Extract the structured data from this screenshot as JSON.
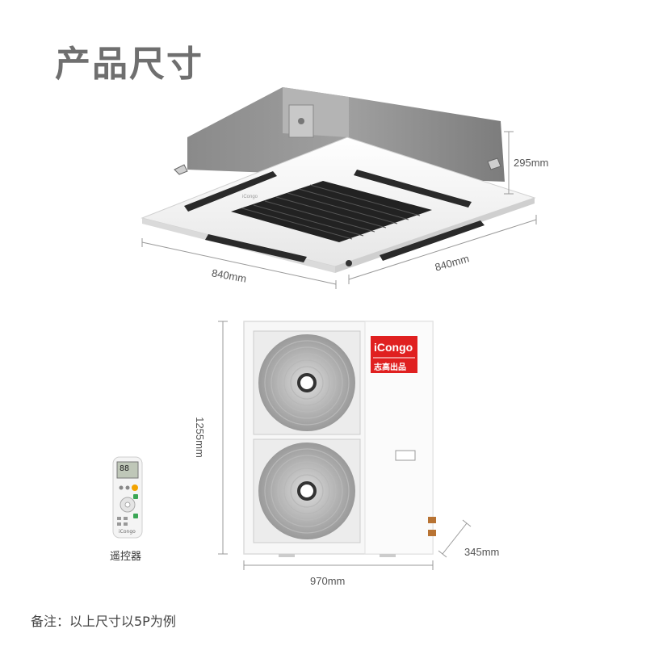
{
  "title": "产品尺寸",
  "indoor_unit": {
    "height": "295mm",
    "width": "840mm",
    "depth": "840mm",
    "panel_brand": "iCongo"
  },
  "outdoor_unit": {
    "height": "1255mm",
    "width": "970mm",
    "depth": "345mm",
    "brand_logo": "iCongo",
    "brand_slogan": "志高出品"
  },
  "remote": {
    "label": "遥控器",
    "display": "88",
    "brand": "iCongo"
  },
  "note": "备注：以上尺寸以5P为例",
  "colors": {
    "brand_red": "#e02020",
    "title_gray": "#6f6f6f",
    "dimension_line": "#999999"
  }
}
